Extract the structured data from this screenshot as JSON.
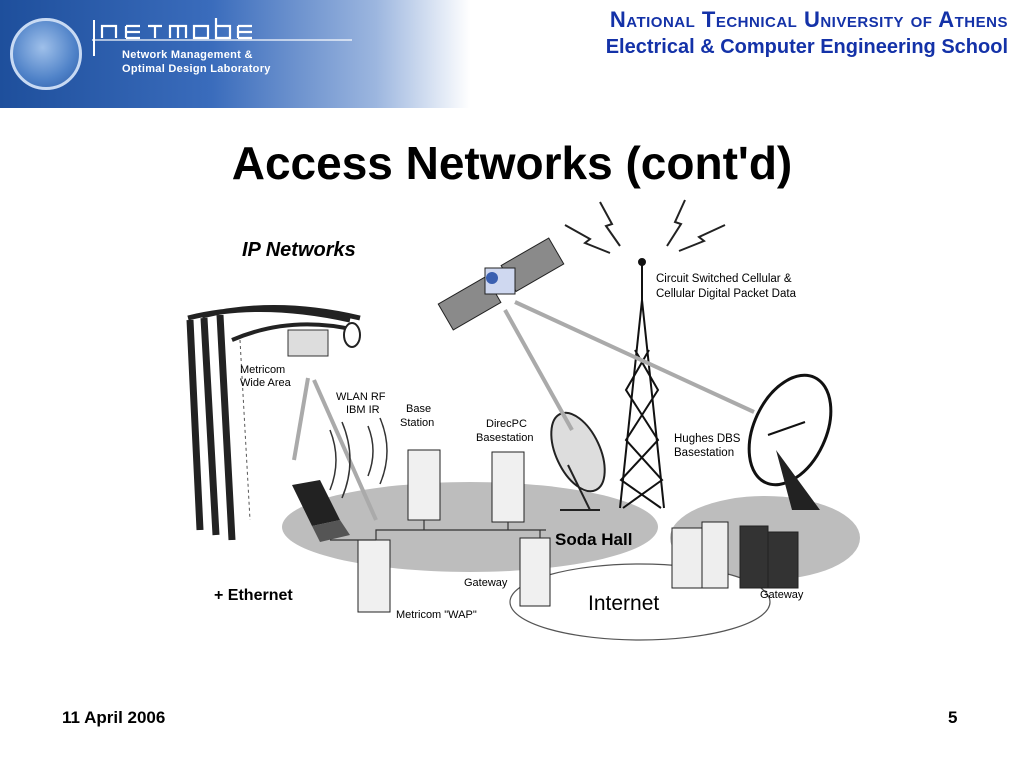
{
  "header": {
    "lab_logo_text": "netmode",
    "lab_name_line1": "Network Management &",
    "lab_name_line2": "Optimal Design Laboratory",
    "university_line1": "National Technical University of Athens",
    "university_line2": "Electrical & Computer Engineering School"
  },
  "slide": {
    "title": "Access Networks (cont'd)"
  },
  "diagram": {
    "heading": "IP Networks",
    "labels": {
      "cellular_line1": "Circuit Switched Cellular &",
      "cellular_line2": "Cellular Digital Packet Data",
      "metricom_line1": "Metricom",
      "metricom_line2": "Wide Area",
      "wlan_line1": "WLAN RF",
      "wlan_line2": "IBM IR",
      "base_line1": "Base",
      "base_line2": "Station",
      "direcpc_line1": "DirecPC",
      "direcpc_line2": "Basestation",
      "hughes_line1": "Hughes DBS",
      "hughes_line2": "Basestation",
      "soda_hall": "Soda Hall",
      "gateway_left": "Gateway",
      "gateway_right": "Gateway",
      "ethernet": "+ Ethernet",
      "internet": "Internet",
      "metricom_wap": "Metricom \"WAP\""
    }
  },
  "footer": {
    "date": "11 April 2006",
    "page": "5"
  },
  "colors": {
    "university_blue": "#1432a8",
    "banner_blue": "#1e4f9c",
    "diagram_gray": "#b8b8b8"
  }
}
